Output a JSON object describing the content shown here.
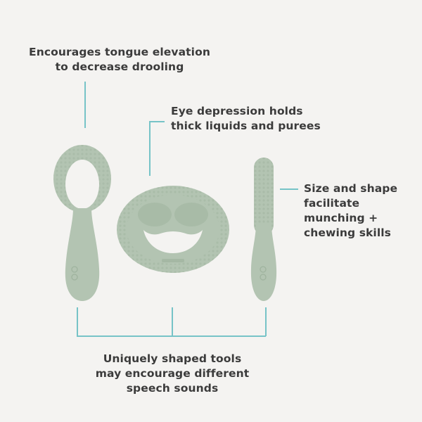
{
  "captions": {
    "top_left": [
      "Encourages tongue elevation",
      "to decrease drooling"
    ],
    "top_middle": [
      "Eye depression holds",
      "thick liquids and purees"
    ],
    "right": [
      "Size and shape",
      "facilitate",
      "munching +",
      "chewing skills"
    ],
    "bottom": [
      "Uniquely shaped tools",
      "may encourage different",
      "speech sounds"
    ]
  },
  "colors": {
    "background": "#f4f3f1",
    "product": "#b3c4b2",
    "product_shade": "#a5b8a4",
    "connector": "#76c3c7",
    "text": "#3b3b3b"
  },
  "products": [
    {
      "name": "loop-tool-icon"
    },
    {
      "name": "oval-face-teether-icon"
    },
    {
      "name": "textured-stick-tool-icon"
    }
  ]
}
